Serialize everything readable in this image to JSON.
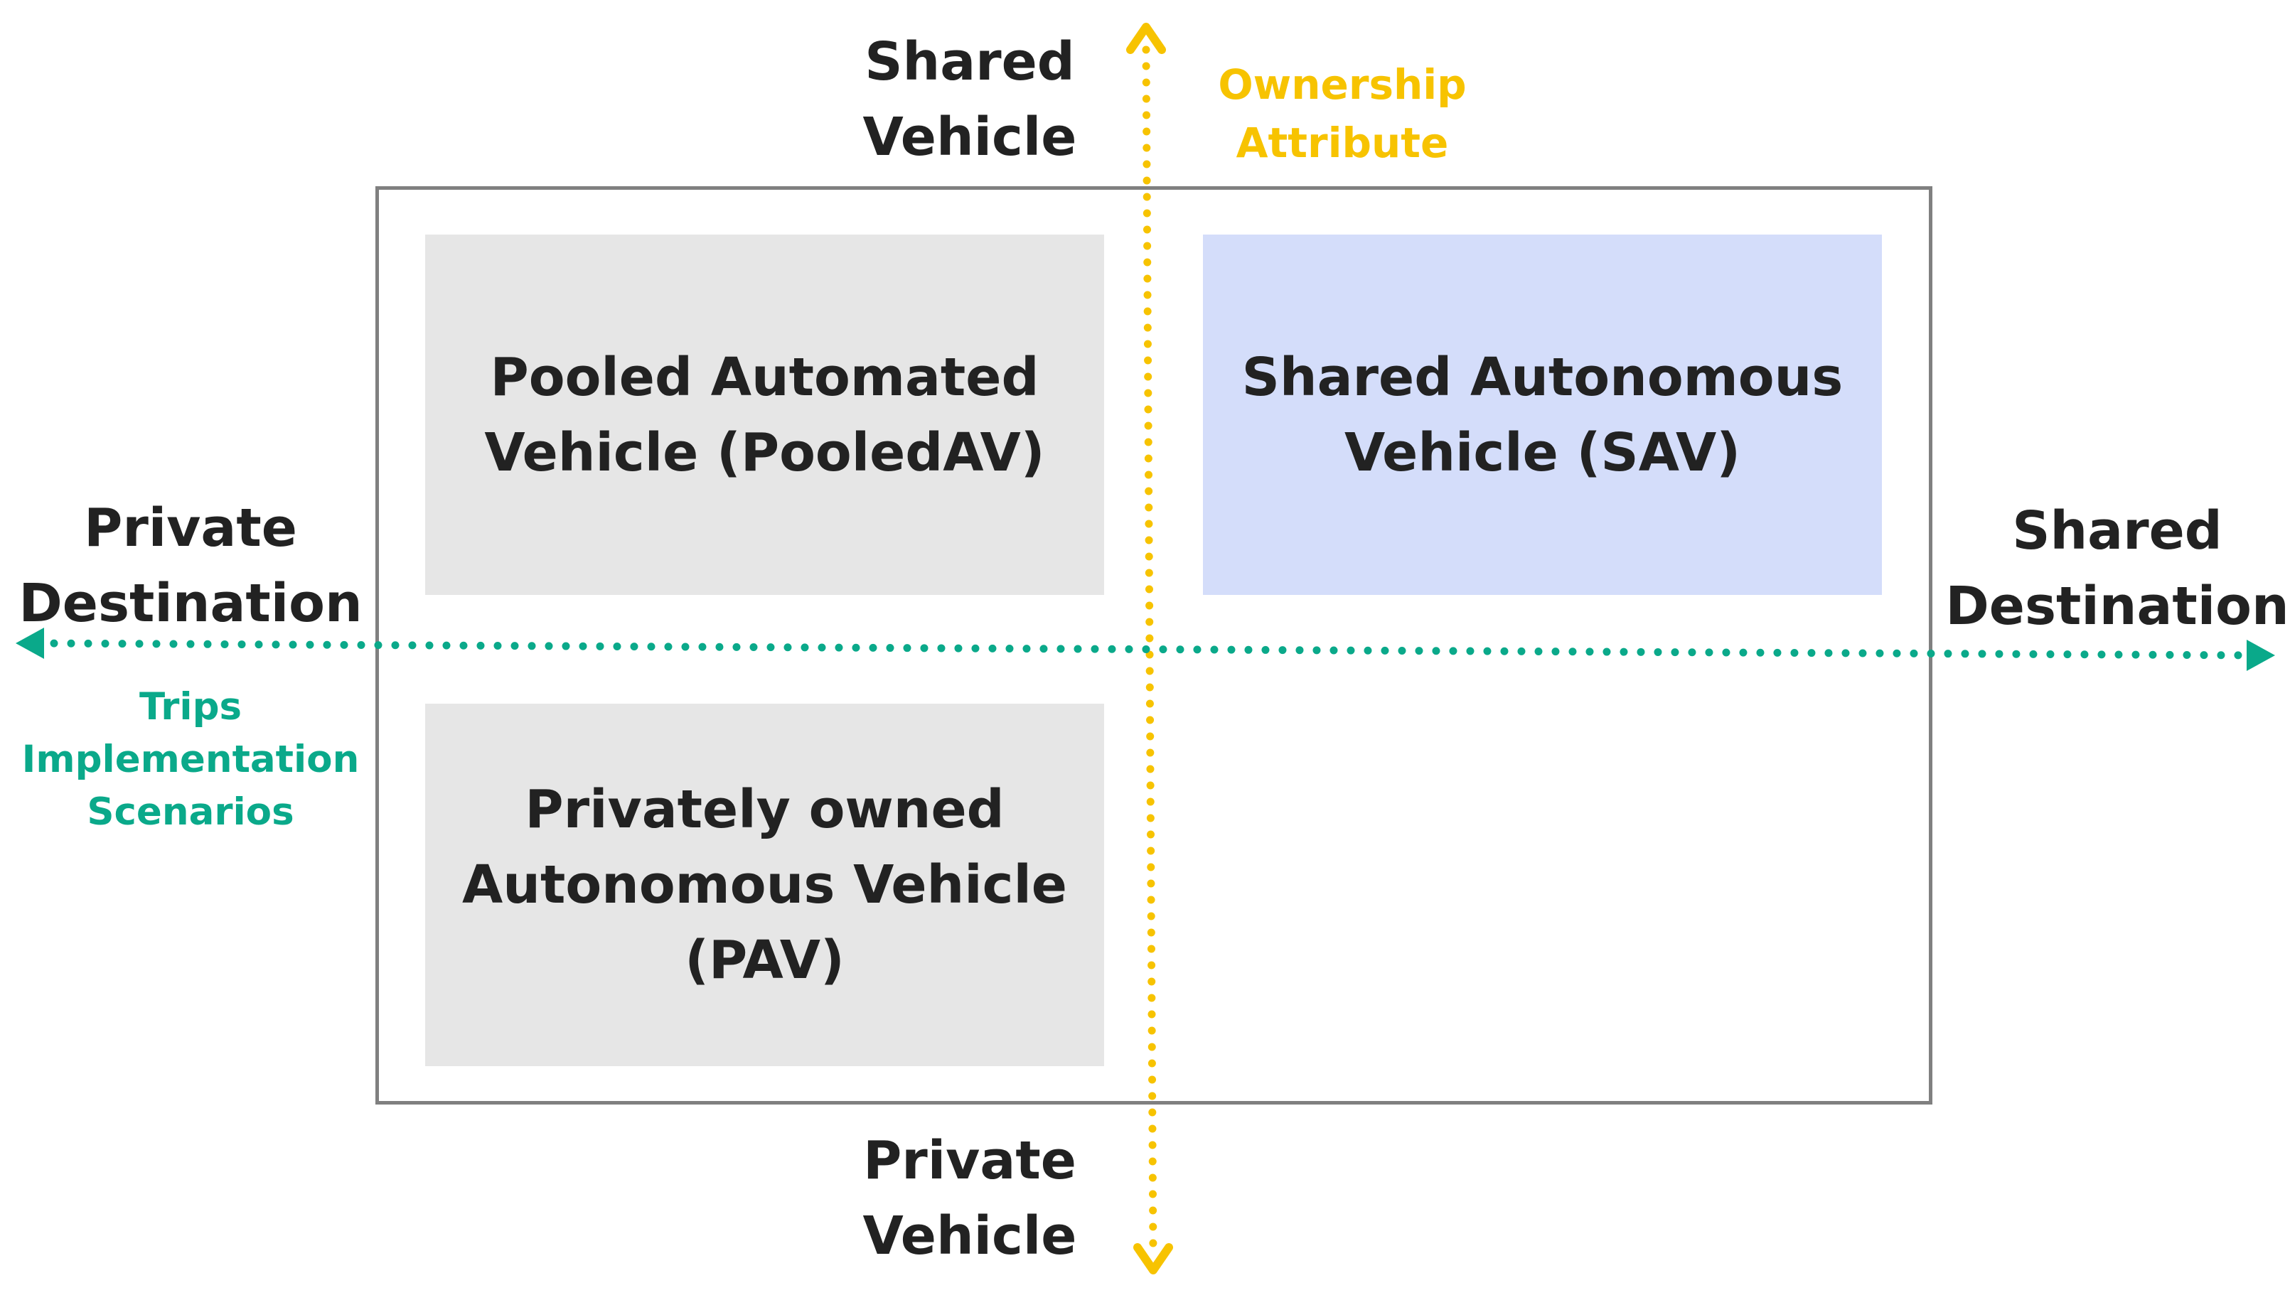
{
  "quadrants": {
    "top_left": {
      "line1": "Pooled Automated",
      "line2": "Vehicle (PooledAV)"
    },
    "top_right": {
      "line1": "Shared Autonomous",
      "line2": "Vehicle (SAV)"
    },
    "bottom_left": {
      "line1": "Privately owned",
      "line2": "Autonomous Vehicle",
      "line3": "(PAV)"
    }
  },
  "vertical_axis": {
    "top": {
      "line1": "Shared",
      "line2": "Vehicle"
    },
    "bottom": {
      "line1": "Private",
      "line2": "Vehicle"
    },
    "name": {
      "line1": "Ownership",
      "line2": "Attribute"
    },
    "color": "#f7c300"
  },
  "horizontal_axis": {
    "left": {
      "line1": "Private",
      "line2": "Destination"
    },
    "right": {
      "line1": "Shared",
      "line2": "Destination"
    },
    "name": {
      "line1": "Trips",
      "line2": "Implementation",
      "line3": "Scenarios"
    },
    "color": "#0aa98a"
  },
  "colors": {
    "text": "#222222",
    "frame": "#808080",
    "quadrant_gray": "#e6e6e6",
    "quadrant_blue": "#d4ddfa"
  }
}
